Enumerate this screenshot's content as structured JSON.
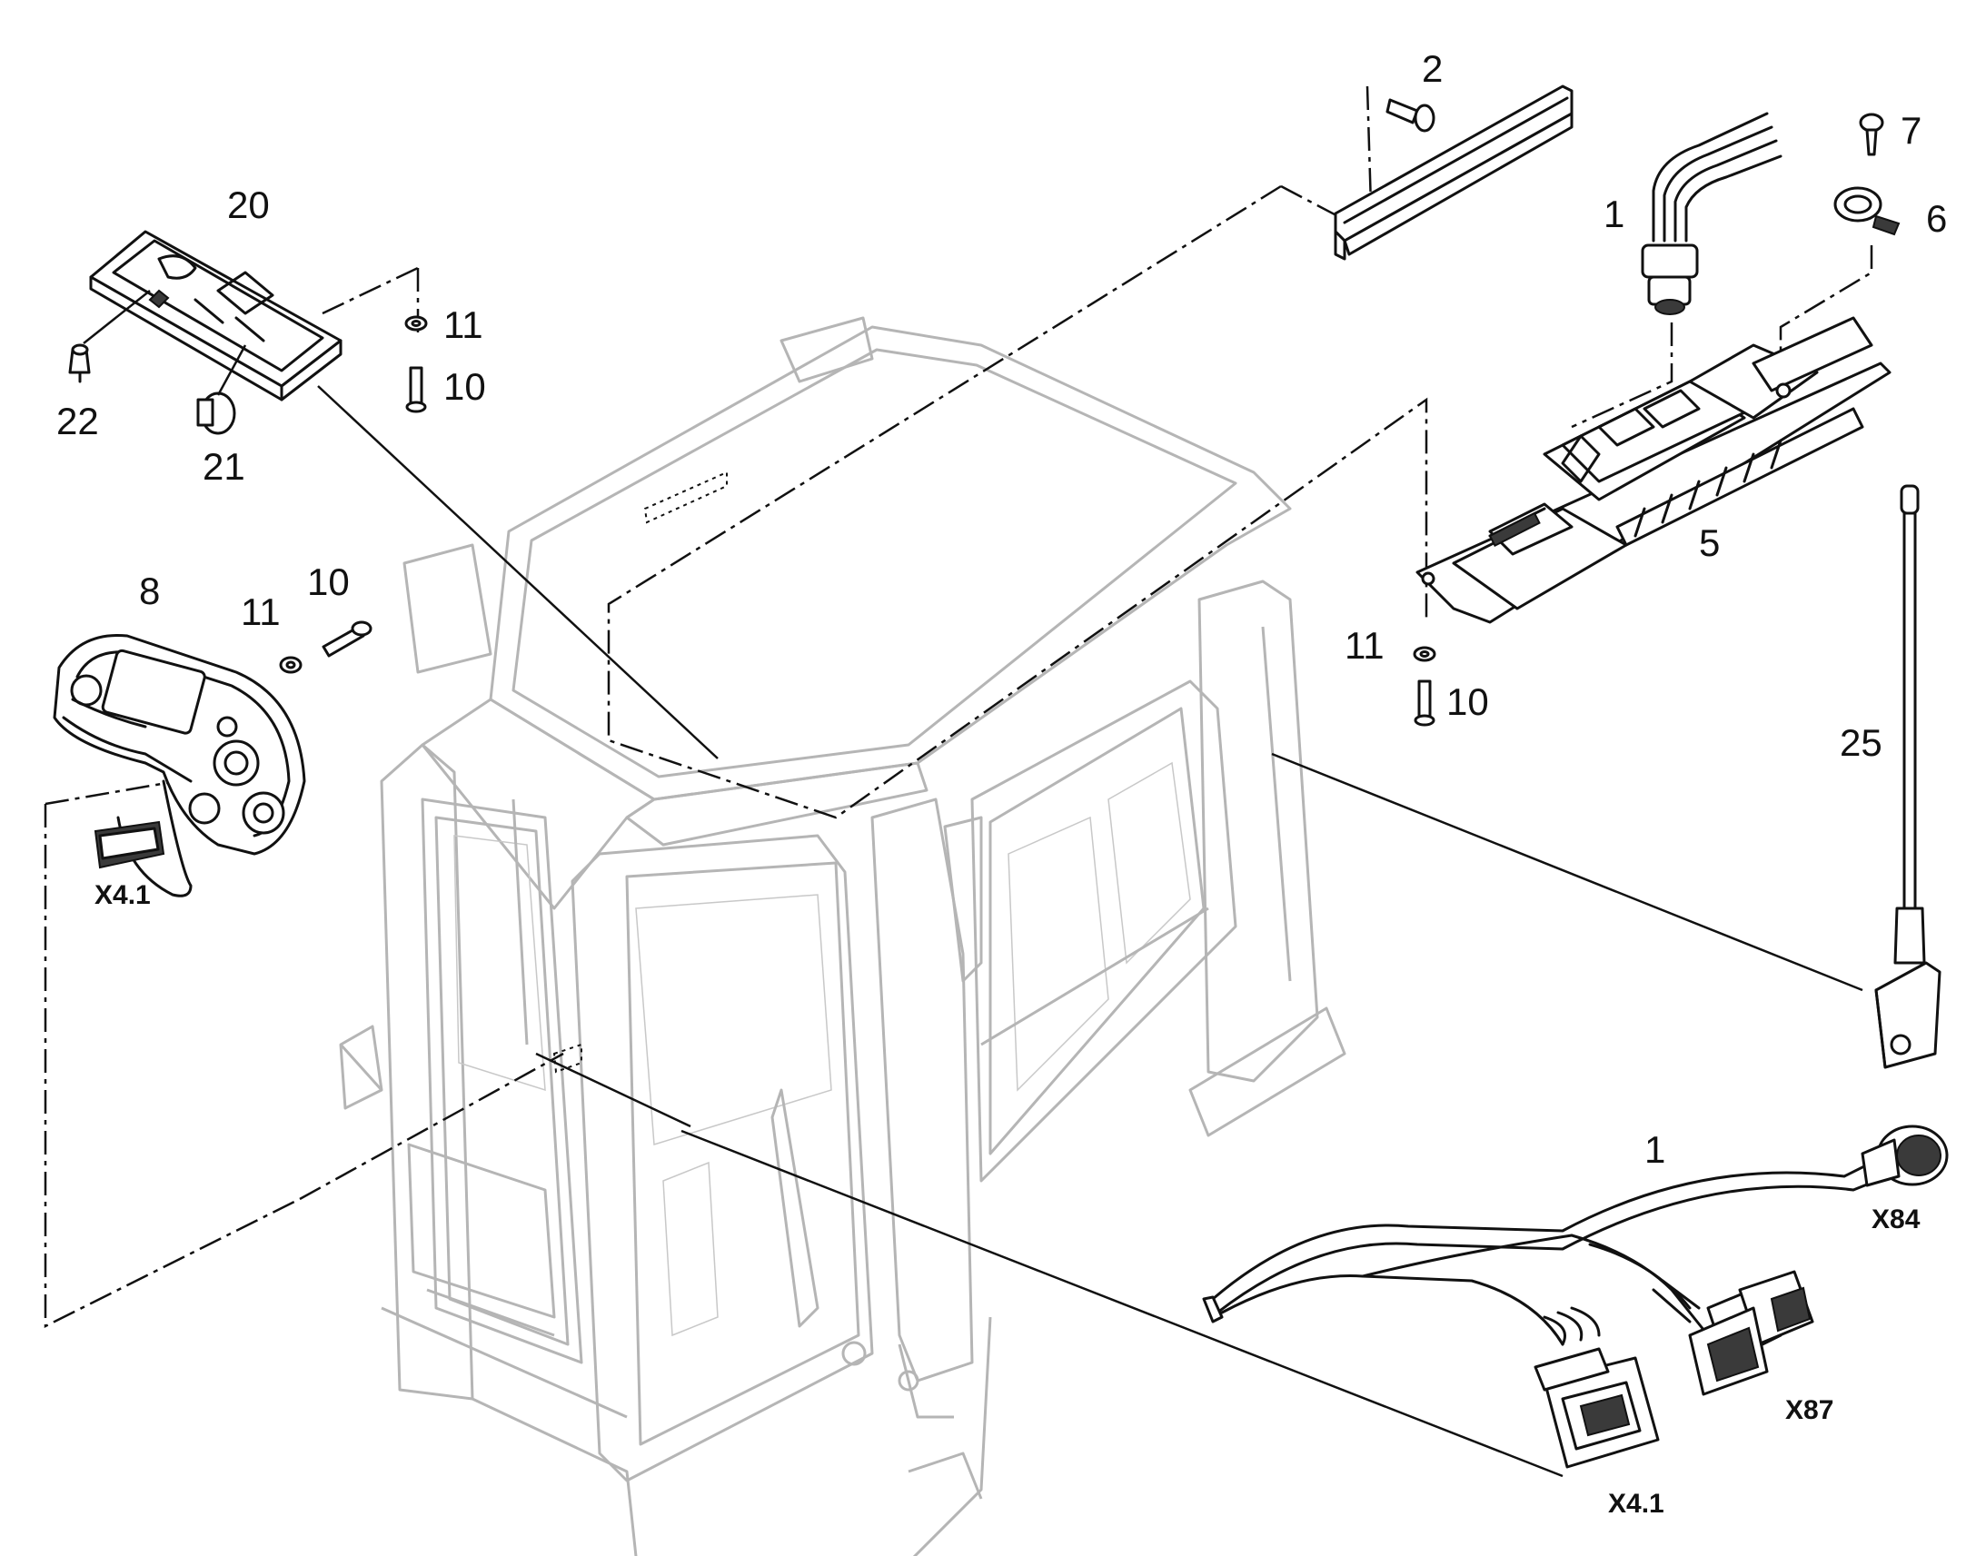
{
  "callouts": {
    "c2": "2",
    "c7": "7",
    "c1_top": "1",
    "c6": "6",
    "c20": "20",
    "c11_a": "11",
    "c10_a": "10",
    "c22": "22",
    "c21": "21",
    "c5": "5",
    "c8": "8",
    "c11_b": "11",
    "c10_b": "10",
    "c11_c": "11",
    "c10_c": "10",
    "c25": "25",
    "c1_bottom": "1"
  },
  "connectors": {
    "x41_left": "X4.1",
    "x84": "X84",
    "x87": "X87",
    "x41_right": "X4.1"
  }
}
